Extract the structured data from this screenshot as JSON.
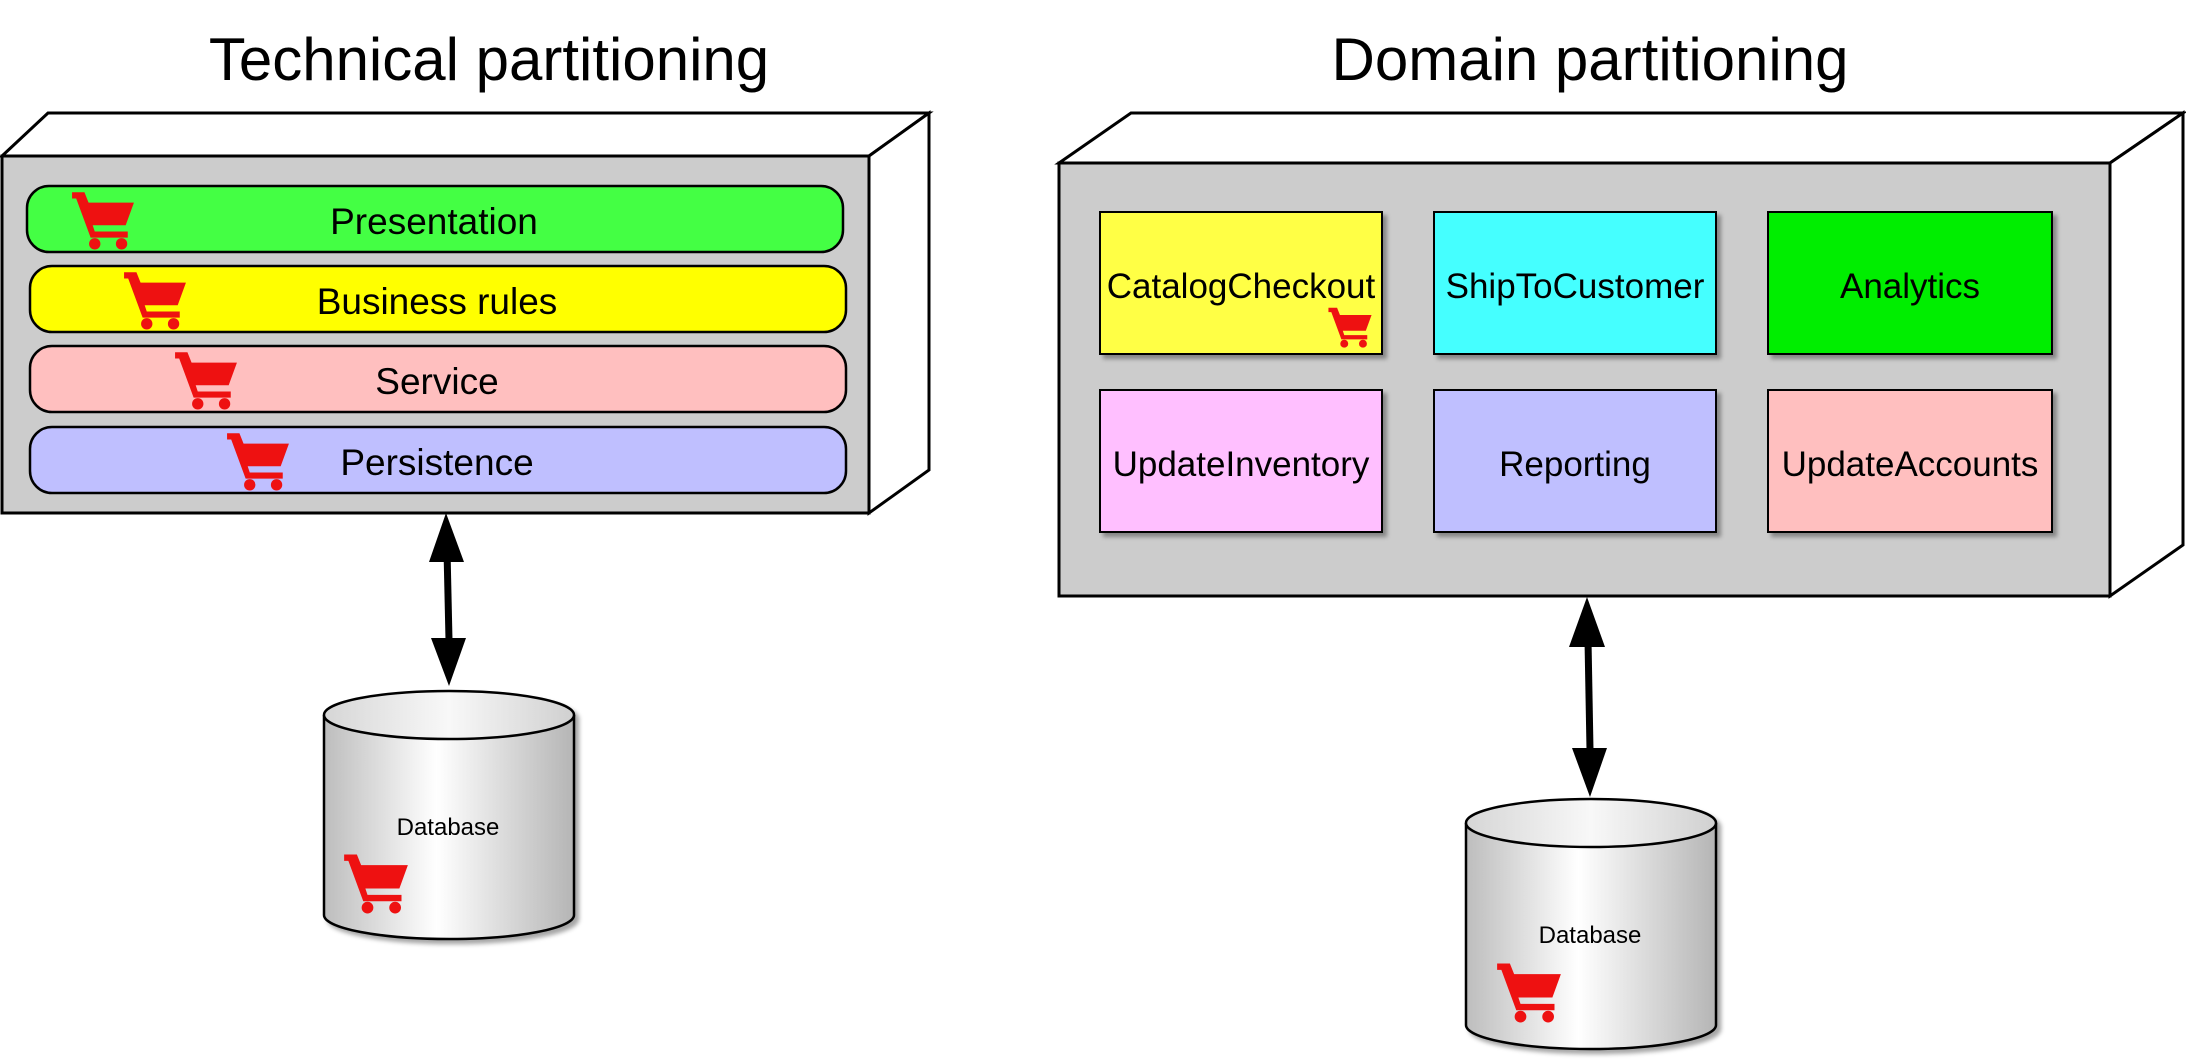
{
  "technical": {
    "title": "Technical partitioning",
    "layers": [
      {
        "label": "Presentation",
        "color": "#44ff44"
      },
      {
        "label": "Business rules",
        "color": "#ffff00"
      },
      {
        "label": "Service",
        "color": "#ffbfbf"
      },
      {
        "label": "Persistence",
        "color": "#bfbfff"
      }
    ],
    "database_label": "Database"
  },
  "domain": {
    "title": "Domain partitioning",
    "components": [
      {
        "label": "CatalogCheckout",
        "color": "#ffff44",
        "has_cart": true
      },
      {
        "label": "ShipToCustomer",
        "color": "#44ffff",
        "has_cart": false
      },
      {
        "label": "Analytics",
        "color": "#00ee00",
        "has_cart": false
      },
      {
        "label": "UpdateInventory",
        "color": "#ffbfff",
        "has_cart": false
      },
      {
        "label": "Reporting",
        "color": "#bfbfff",
        "has_cart": false
      },
      {
        "label": "UpdateAccounts",
        "color": "#ffbfbf",
        "has_cart": false
      }
    ],
    "database_label": "Database"
  },
  "colors": {
    "box_face": "#cccccc",
    "cart": "#ee1111",
    "outline": "#000000"
  },
  "icons": {
    "cart": "shopping-cart-icon",
    "database": "database-icon",
    "arrow": "double-headed-arrow"
  }
}
